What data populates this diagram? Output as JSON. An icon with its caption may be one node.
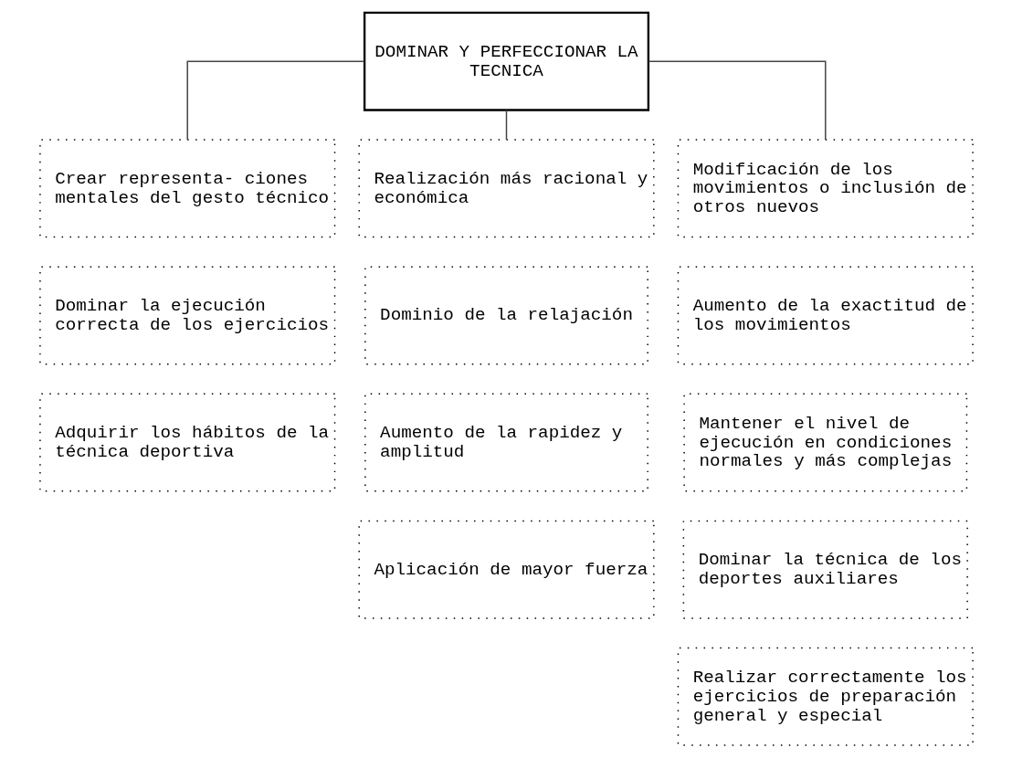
{
  "diagram": {
    "nodes": [
      {
        "text": [
          "DOMINAR Y PERFECCIONAR LA TECNICA"
        ]
      },
      {
        "text": [
          "Crear representa- ciones mentales del gesto técnico"
        ]
      },
      {
        "text": [
          "Realización más racional y económica"
        ]
      },
      {
        "text": [
          "Modificación de los movimientos o inclusión de otros nuevos"
        ]
      },
      {
        "text": [
          "Dominar la ejecución correcta de los ejercicios"
        ]
      },
      {
        "text": [
          "Dominio de la relajación"
        ]
      },
      {
        "text": [
          "Aumento de la exactitud de los movimientos"
        ]
      },
      {
        "text": [
          "Adquirir los hábitos de la técnica deportiva"
        ]
      },
      {
        "text": [
          "Aumento de la rapidez y amplitud"
        ]
      },
      {
        "text": [
          "Mantener el nivel de ejecución en condiciones normales y más complejas"
        ]
      },
      {
        "text": [
          "Aplicación de mayor fuerza"
        ]
      },
      {
        "text": [
          "Dominar la técnica de los deportes auxiliares"
        ]
      },
      {
        "text": [
          "Realizar correctamente los ejercicios de preparación general y especial"
        ]
      }
    ],
    "edges": [
      {
        "from": 0,
        "to": 1,
        "arrow": "none"
      },
      {
        "from": 0,
        "to": 2,
        "arrow": "none"
      },
      {
        "from": 0,
        "to": 3,
        "arrow": "none"
      }
    ]
  }
}
